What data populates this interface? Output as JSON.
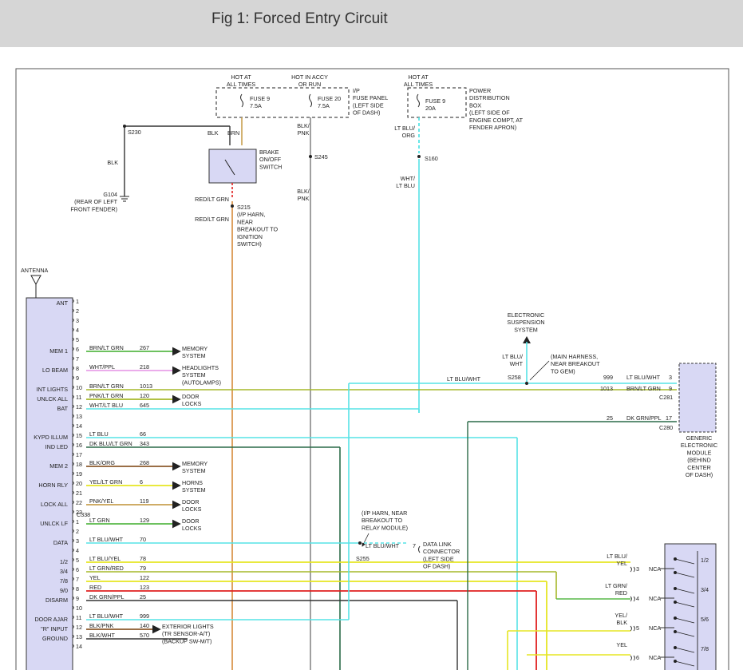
{
  "figure": {
    "title": "Fig 1: Forced Entry Circuit"
  },
  "colors": {
    "title_bar": "#d6d6d6",
    "module_fill": "#d8d8f4",
    "frame": "#555555",
    "wire_orange": "#d58a3a",
    "wire_gray": "#888888",
    "wire_cyan": "#57e3e6",
    "wire_green": "#58b848",
    "wire_pink": "#e8a0e8",
    "wire_olive": "#a6b82a",
    "wire_yellow": "#e6e623",
    "wire_red": "#e02020",
    "wire_dark": "#333333",
    "wire_darkgreen": "#2a6a48",
    "wire_brown": "#8b5a2b",
    "wire_tan": "#c8a050"
  },
  "power": {
    "hot_all_times_1": [
      "HOT AT",
      "ALL TIMES"
    ],
    "hot_accy_run": [
      "HOT IN ACCY",
      "OR RUN"
    ],
    "hot_all_times_2": [
      "HOT AT",
      "ALL TIMES"
    ],
    "fuse9_a": [
      "FUSE 9",
      "7.5A"
    ],
    "fuse20": [
      "FUSE 20",
      "7.5A"
    ],
    "ip_fuse_panel": [
      "I/P",
      "FUSE PANEL",
      "(LEFT SIDE",
      "OF DASH)"
    ],
    "fuse9_b": [
      "FUSE 9",
      "20A"
    ],
    "pdb": [
      "POWER",
      "DISTRIBUTION",
      "BOX",
      "(LEFT SIDE OF",
      "ENGINE COMPT, AT",
      "FENDER APRON)"
    ]
  },
  "top_wires": {
    "s230": "S230",
    "blk1": "BLK",
    "blk2": "BLK",
    "brn": "BRN",
    "brake_switch": [
      "BRAKE",
      "ON/OFF",
      "SWITCH"
    ],
    "blk_pnk1": [
      "BLK/",
      "PNK"
    ],
    "s245": "S245",
    "blk_pnk2": [
      "BLK/",
      "PNK"
    ],
    "g104": [
      "G104",
      "(REAR OF LEFT",
      "FRONT FENDER)"
    ],
    "red_ltgrn1": "RED/LT GRN",
    "red_ltgrn2": "RED/LT GRN",
    "s215": [
      "S215",
      "(I/P HARN,",
      "NEAR",
      "BREAKOUT TO",
      "IGNITION",
      "SWITCH)"
    ],
    "ltblu_org": [
      "LT BLU/",
      "ORG"
    ],
    "s160": "S160",
    "wht_ltblu": [
      "WHT/",
      "LT BLU"
    ]
  },
  "antenna": "ANTENNA",
  "module_left_labels": [
    {
      "text": "ANT",
      "row": 1
    },
    {
      "text": "MEM 1",
      "row": 6
    },
    {
      "text": "LO BEAM",
      "row": 8
    },
    {
      "text": "INT LIGHTS",
      "row": 10
    },
    {
      "text": "UNLCK ALL",
      "row": 11
    },
    {
      "text": "BAT",
      "row": 12
    },
    {
      "text": "KYPD ILLUM",
      "row": 15
    },
    {
      "text": "IND LED",
      "row": 16
    },
    {
      "text": "MEM 2",
      "row": 18
    },
    {
      "text": "HORN RLY",
      "row": 20
    },
    {
      "text": "LOCK ALL",
      "row": 22
    },
    {
      "text": "UNLCK LF",
      "row": 24
    },
    {
      "text": "DATA",
      "row": 26
    },
    {
      "text": "1/2",
      "row": 28
    },
    {
      "text": "3/4",
      "row": 29
    },
    {
      "text": "7/8",
      "row": 30
    },
    {
      "text": "9/0",
      "row": 31
    },
    {
      "text": "DISARM",
      "row": 32
    },
    {
      "text": "DOOR AJAR",
      "row": 34
    },
    {
      "text": "\"R\" INPUT",
      "row": 35
    },
    {
      "text": "GROUND",
      "row": 36
    }
  ],
  "pins": [
    "1",
    "2",
    "3",
    "4",
    "5",
    "6",
    "7",
    "8",
    "9",
    "10",
    "11",
    "12",
    "13",
    "14",
    "15",
    "16",
    "17",
    "18",
    "19",
    "20",
    "21",
    "22",
    "23",
    "1",
    "2",
    "3",
    "4",
    "5",
    "6",
    "7",
    "8",
    "9",
    "10",
    "11",
    "12",
    "13",
    "14"
  ],
  "connector_c338": "C338",
  "wires": [
    {
      "row": 6,
      "color": "BRN/LT GRN",
      "circuit": "267",
      "dest": [
        "MEMORY",
        "SYSTEM"
      ]
    },
    {
      "row": 8,
      "color": "WHT/PPL",
      "circuit": "218",
      "dest": [
        "HEADLIGHTS",
        "SYSTEM",
        "(AUTOLAMPS)"
      ]
    },
    {
      "row": 10,
      "color": "BRN/LT GRN",
      "circuit": "1013",
      "dest": []
    },
    {
      "row": 11,
      "color": "PNK/LT GRN",
      "circuit": "120",
      "dest": [
        "DOOR",
        "LOCKS"
      ]
    },
    {
      "row": 12,
      "color": "WHT/LT BLU",
      "circuit": "645",
      "dest": []
    },
    {
      "row": 15,
      "color": "LT BLU",
      "circuit": "66",
      "dest": []
    },
    {
      "row": 16,
      "color": "DK BLU/LT GRN",
      "circuit": "343",
      "dest": []
    },
    {
      "row": 18,
      "color": "BLK/ORG",
      "circuit": "268",
      "dest": [
        "MEMORY",
        "SYSTEM"
      ]
    },
    {
      "row": 20,
      "color": "YEL/LT GRN",
      "circuit": "6",
      "dest": [
        "HORNS",
        "SYSTEM"
      ]
    },
    {
      "row": 22,
      "color": "PNK/YEL",
      "circuit": "119",
      "dest": [
        "DOOR",
        "LOCKS"
      ]
    },
    {
      "row": 24,
      "color": "LT GRN",
      "circuit": "129",
      "dest": [
        "DOOR",
        "LOCKS"
      ]
    },
    {
      "row": 26,
      "color": "LT BLU/WHT",
      "circuit": "70",
      "dest": []
    },
    {
      "row": 28,
      "color": "LT BLU/YEL",
      "circuit": "78",
      "dest": []
    },
    {
      "row": 29,
      "color": "LT GRN/RED",
      "circuit": "79",
      "dest": []
    },
    {
      "row": 30,
      "color": "YEL",
      "circuit": "122",
      "dest": []
    },
    {
      "row": 31,
      "color": "RED",
      "circuit": "123",
      "dest": []
    },
    {
      "row": 32,
      "color": "DK GRN/PPL",
      "circuit": "25",
      "dest": []
    },
    {
      "row": 34,
      "color": "LT BLU/WHT",
      "circuit": "999",
      "dest": []
    },
    {
      "row": 35,
      "color": "BLK/PNK",
      "circuit": "140",
      "dest": [
        "EXTERIOR LIGHTS",
        "(TR SENSOR-A/T)",
        "(BACKUP SW-M/T)"
      ]
    },
    {
      "row": 36,
      "color": "BLK/WHT",
      "circuit": "570",
      "dest": []
    }
  ],
  "gem": {
    "elec_susp": [
      "ELECTRONIC",
      "SUSPENSION",
      "SYSTEM"
    ],
    "ltblu_wht_v": [
      "LT BLU/",
      "WHT"
    ],
    "main_harness": [
      "(MAIN HARNESS,",
      "NEAR BREAKOUT",
      "TO GEM)"
    ],
    "s258": "S258",
    "ltblu_wht_h": "LT BLU/WHT",
    "row1": {
      "circuit": "999",
      "color": "LT BLU/WHT",
      "pin": "3"
    },
    "row2": {
      "circuit": "1013",
      "color": "BRN/LT GRN",
      "pin": "9"
    },
    "c281": "C281",
    "row3": {
      "circuit": "25",
      "color": "DK GRN/PPL",
      "pin": "17"
    },
    "c280": "C280",
    "label": [
      "GENERIC",
      "ELECTRONIC",
      "MODULE",
      "(BEHIND",
      "CENTER",
      "OF DASH)"
    ]
  },
  "dlc": {
    "ip_harn": [
      "(I/P HARN, NEAR",
      "BREAKOUT TO",
      "RELAY MODULE)"
    ],
    "color": "LT BLU/WHT",
    "pin": "7",
    "s255": "S255",
    "label": [
      "DATA LINK",
      "CONNECTOR",
      "(LEFT SIDE",
      "OF DASH)"
    ]
  },
  "nca": {
    "rows": [
      {
        "color": [
          "LT BLU/",
          "YEL"
        ],
        "pin": "3",
        "name": "NCA",
        "switch": "1/2"
      },
      {
        "color": [
          "LT GRN/",
          "RED"
        ],
        "pin": "4",
        "name": "NCA",
        "switch": "3/4"
      },
      {
        "color": [
          "YEL/",
          "BLK"
        ],
        "pin": "5",
        "name": "NCA",
        "switch": "5/6"
      },
      {
        "color": [
          "YEL"
        ],
        "pin": "6",
        "name": "NCA",
        "switch": "7/8"
      }
    ]
  }
}
